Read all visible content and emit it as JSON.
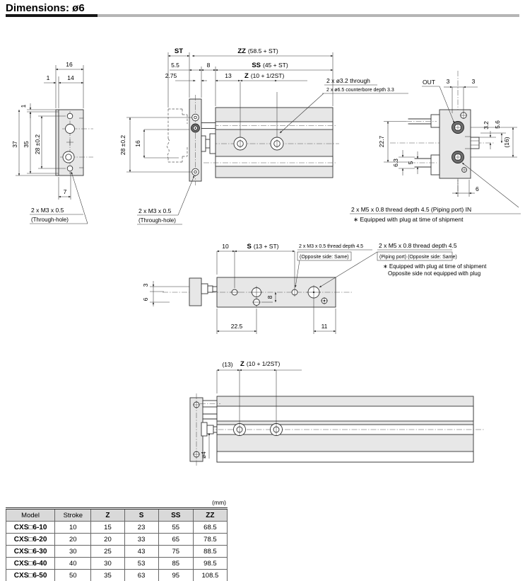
{
  "page": {
    "title": "Dimensions: ø6"
  },
  "views": {
    "front": {
      "d16": "16",
      "d1a": "1",
      "d14": "14",
      "d1b": "1",
      "d37": "37",
      "d35": "35",
      "d28": "28 ±0.2",
      "d7": "7",
      "note1": "2 x M3 x 0.5",
      "note2": "(Through-hole)"
    },
    "side": {
      "st": "ST",
      "zz": "ZZ",
      "zz2": "(58.5 + ST)",
      "d55": "5.5",
      "d8": "8",
      "ss": "SS",
      "ss2": "(45 + ST)",
      "d275": "2.75",
      "d13": "13",
      "z": "Z",
      "z2": "(10 + 1/2ST)",
      "cb1": "2 x ø3.2 through",
      "cb2": "2 x ø6.5 counterbore depth 3.3",
      "d16": "16",
      "d28": "28 ±0.2",
      "note1": "2 x M3 x 0.5",
      "note2": "(Through-hole)"
    },
    "end": {
      "out": "OUT",
      "d3a": "3",
      "d3b": "3",
      "d32": "3.2",
      "d56": "5.6",
      "d16": "(16)",
      "d227": "22.7",
      "d63": "6.3",
      "d5": "5",
      "d6": "6",
      "note1": "2 x M5 x 0.8 thread depth 4.5 (Piping port) IN",
      "note2": "∗ Equipped with plug at time of shipment"
    },
    "top": {
      "d10": "10",
      "s": "S",
      "s2": "(13 + ST)",
      "m3a": "2 x M3 x 0.5 thread depth 4.5",
      "m3b": "(Opposite side: Same)",
      "m5a": "2 x M5 x 0.8 thread depth 4.5",
      "m5b": "(Piping port) (Opposite side: Same)",
      "n1": "∗ Equipped with plug at time of shipment",
      "n2": "Opposite side not equipped with plug",
      "d3": "3",
      "d6": "6",
      "d8": "8",
      "d225": "22.5",
      "d11": "11"
    },
    "bottom": {
      "d13": "(13)",
      "z": "Z",
      "z2": "(10 + 1/2ST)",
      "dia4": "ø4"
    }
  },
  "table": {
    "unit": "(mm)",
    "headers": [
      "Model",
      "Stroke",
      "Z",
      "S",
      "SS",
      "ZZ"
    ],
    "rows": [
      [
        "CXS□6-10",
        "10",
        "15",
        "23",
        "55",
        "68.5"
      ],
      [
        "CXS□6-20",
        "20",
        "20",
        "33",
        "65",
        "78.5"
      ],
      [
        "CXS□6-30",
        "30",
        "25",
        "43",
        "75",
        "88.5"
      ],
      [
        "CXS□6-40",
        "40",
        "30",
        "53",
        "85",
        "98.5"
      ],
      [
        "CXS□6-50",
        "50",
        "35",
        "63",
        "95",
        "108.5"
      ]
    ]
  }
}
